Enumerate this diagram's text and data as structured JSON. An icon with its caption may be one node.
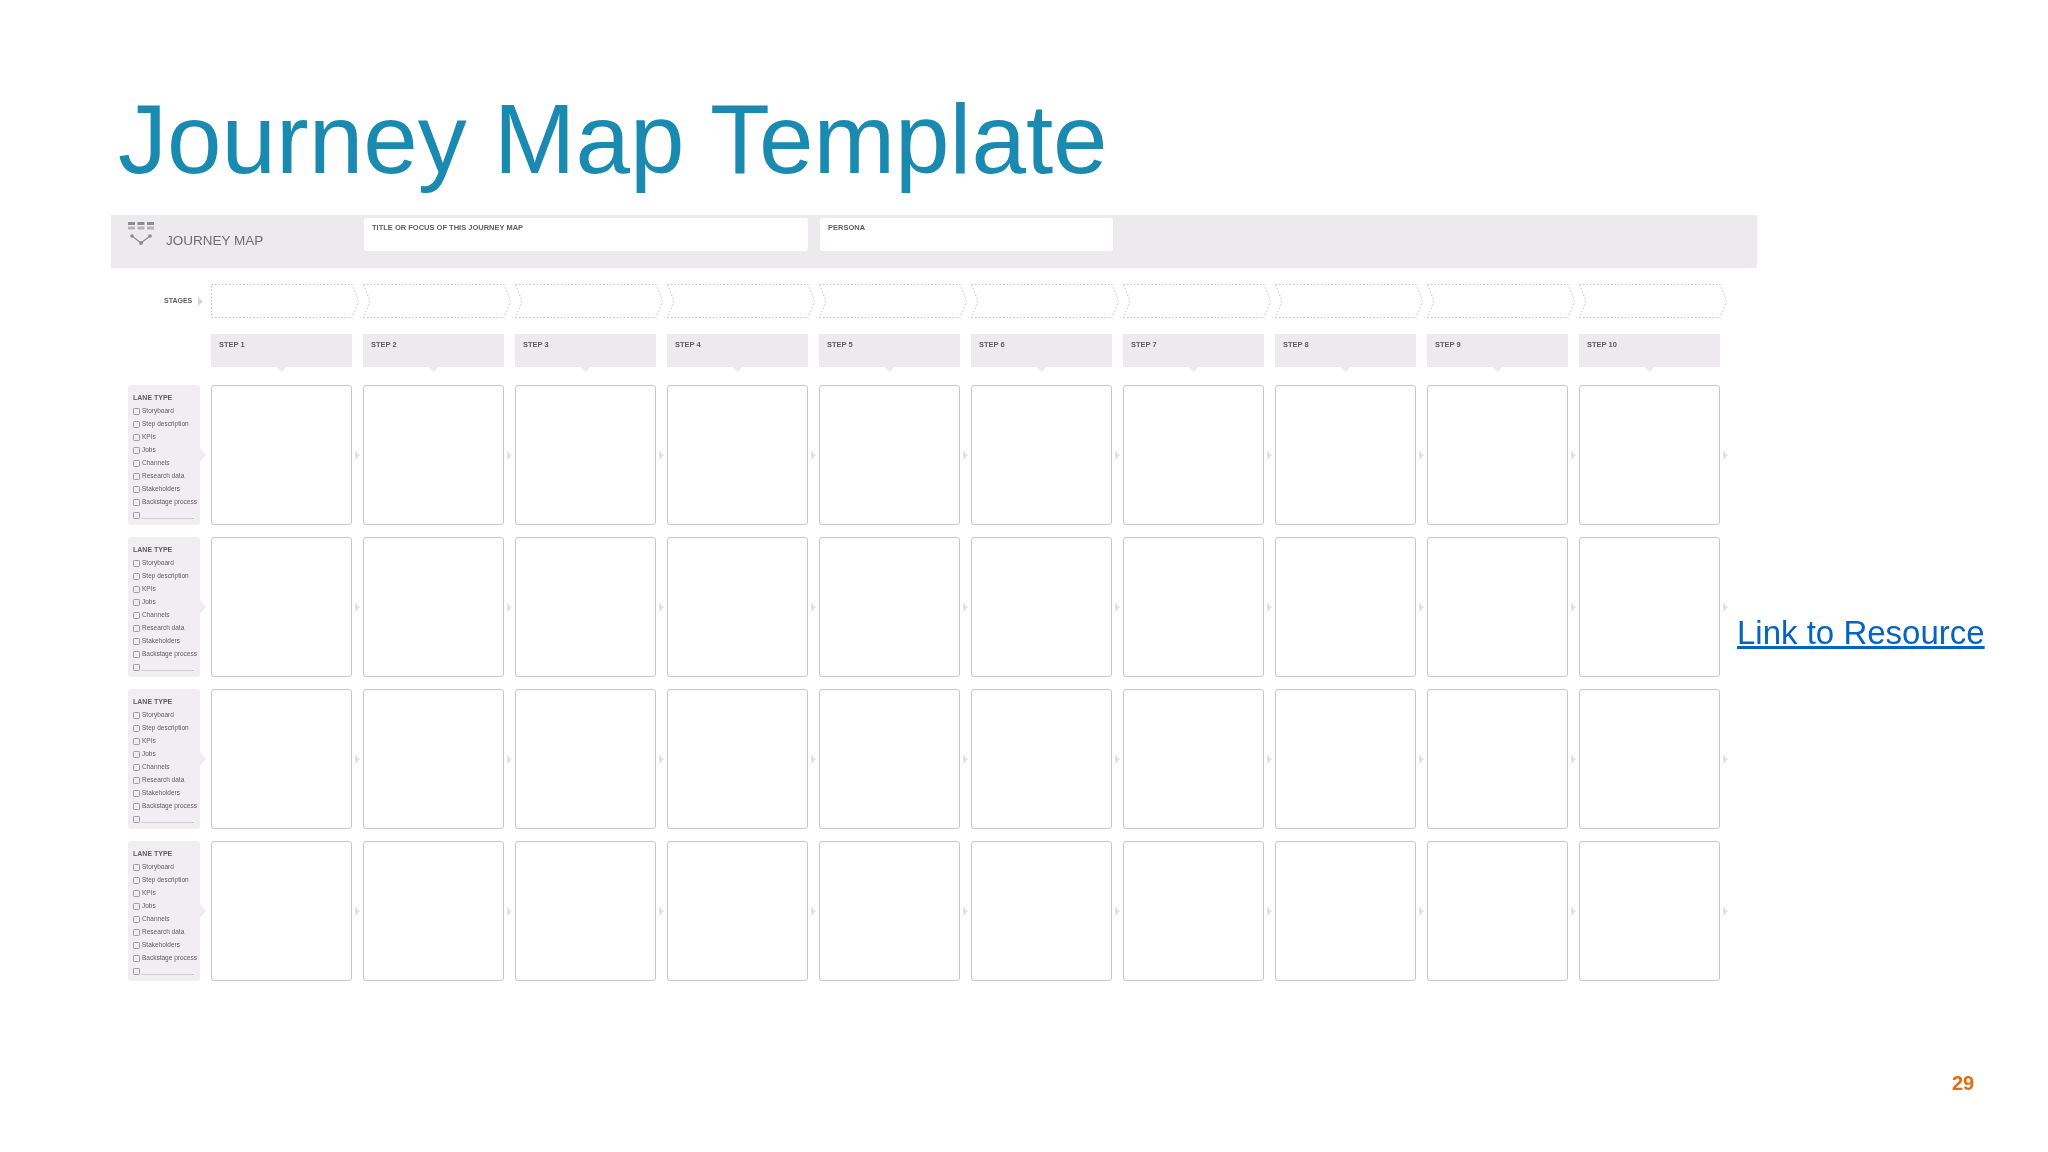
{
  "diagram": {
    "title": "Journey Map Template",
    "nodes": [
      {
        "text": [
          "JOURNEY MAP"
        ]
      },
      {
        "text": [
          "TITLE OR FOCUS OF THIS JOURNEY MAP"
        ],
        "in": 0
      },
      {
        "text": [
          "PERSONA"
        ],
        "in": 0
      },
      {
        "text": [
          "STEP 1"
        ]
      },
      {
        "text": [
          "STEP 2"
        ]
      },
      {
        "text": [
          "STEP 3"
        ]
      },
      {
        "text": [
          "STEP 4"
        ]
      },
      {
        "text": [
          "STEP 5"
        ]
      },
      {
        "text": [
          "STEP 6"
        ]
      },
      {
        "text": [
          "STEP 7"
        ]
      },
      {
        "text": [
          "STEP 8"
        ]
      },
      {
        "text": [
          "STEP 9"
        ]
      },
      {
        "text": [
          "STEP 10"
        ]
      },
      {
        "text": [
          "LANE TYPE",
          "Storyboard",
          "Step description",
          "KPIs",
          "Jobs",
          "Channels",
          "Research data",
          "Stakeholders",
          "Backstage process"
        ]
      },
      {
        "text": [
          "LANE TYPE",
          "Storyboard",
          "Step description",
          "KPIs",
          "Jobs",
          "Channels",
          "Research data",
          "Stakeholders",
          "Backstage process"
        ]
      },
      {
        "text": [
          "LANE TYPE",
          "Storyboard",
          "Step description",
          "KPIs",
          "Jobs",
          "Channels",
          "Research data",
          "Stakeholders",
          "Backstage process"
        ]
      },
      {
        "text": [
          "LANE TYPE",
          "Storyboard",
          "Step description",
          "KPIs",
          "Jobs",
          "Channels",
          "Research data",
          "Stakeholders",
          "Backstage process"
        ]
      }
    ],
    "labels": [
      "STAGES",
      "Link to Resource",
      "29"
    ]
  }
}
